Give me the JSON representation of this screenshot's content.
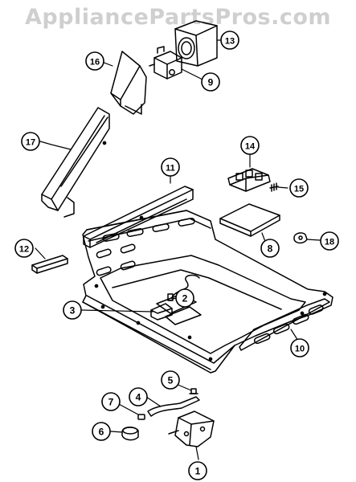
{
  "watermark": "AppliancePartsPros.com",
  "callouts": [
    {
      "id": "c1",
      "label": "1"
    },
    {
      "id": "c2",
      "label": "2"
    },
    {
      "id": "c3",
      "label": "3"
    },
    {
      "id": "c4",
      "label": "4"
    },
    {
      "id": "c5",
      "label": "5"
    },
    {
      "id": "c6",
      "label": "6"
    },
    {
      "id": "c7",
      "label": "7"
    },
    {
      "id": "c8",
      "label": "8"
    },
    {
      "id": "c9",
      "label": "9"
    },
    {
      "id": "c10",
      "label": "10"
    },
    {
      "id": "c11",
      "label": "11"
    },
    {
      "id": "c12",
      "label": "12"
    },
    {
      "id": "c13",
      "label": "13"
    },
    {
      "id": "c14",
      "label": "14"
    },
    {
      "id": "c15",
      "label": "15"
    },
    {
      "id": "c16",
      "label": "16"
    },
    {
      "id": "c17",
      "label": "17"
    },
    {
      "id": "c18",
      "label": "18"
    }
  ],
  "colors": {
    "ink": "#000000",
    "watermark": "#cfcfcf",
    "background": "#ffffff"
  }
}
